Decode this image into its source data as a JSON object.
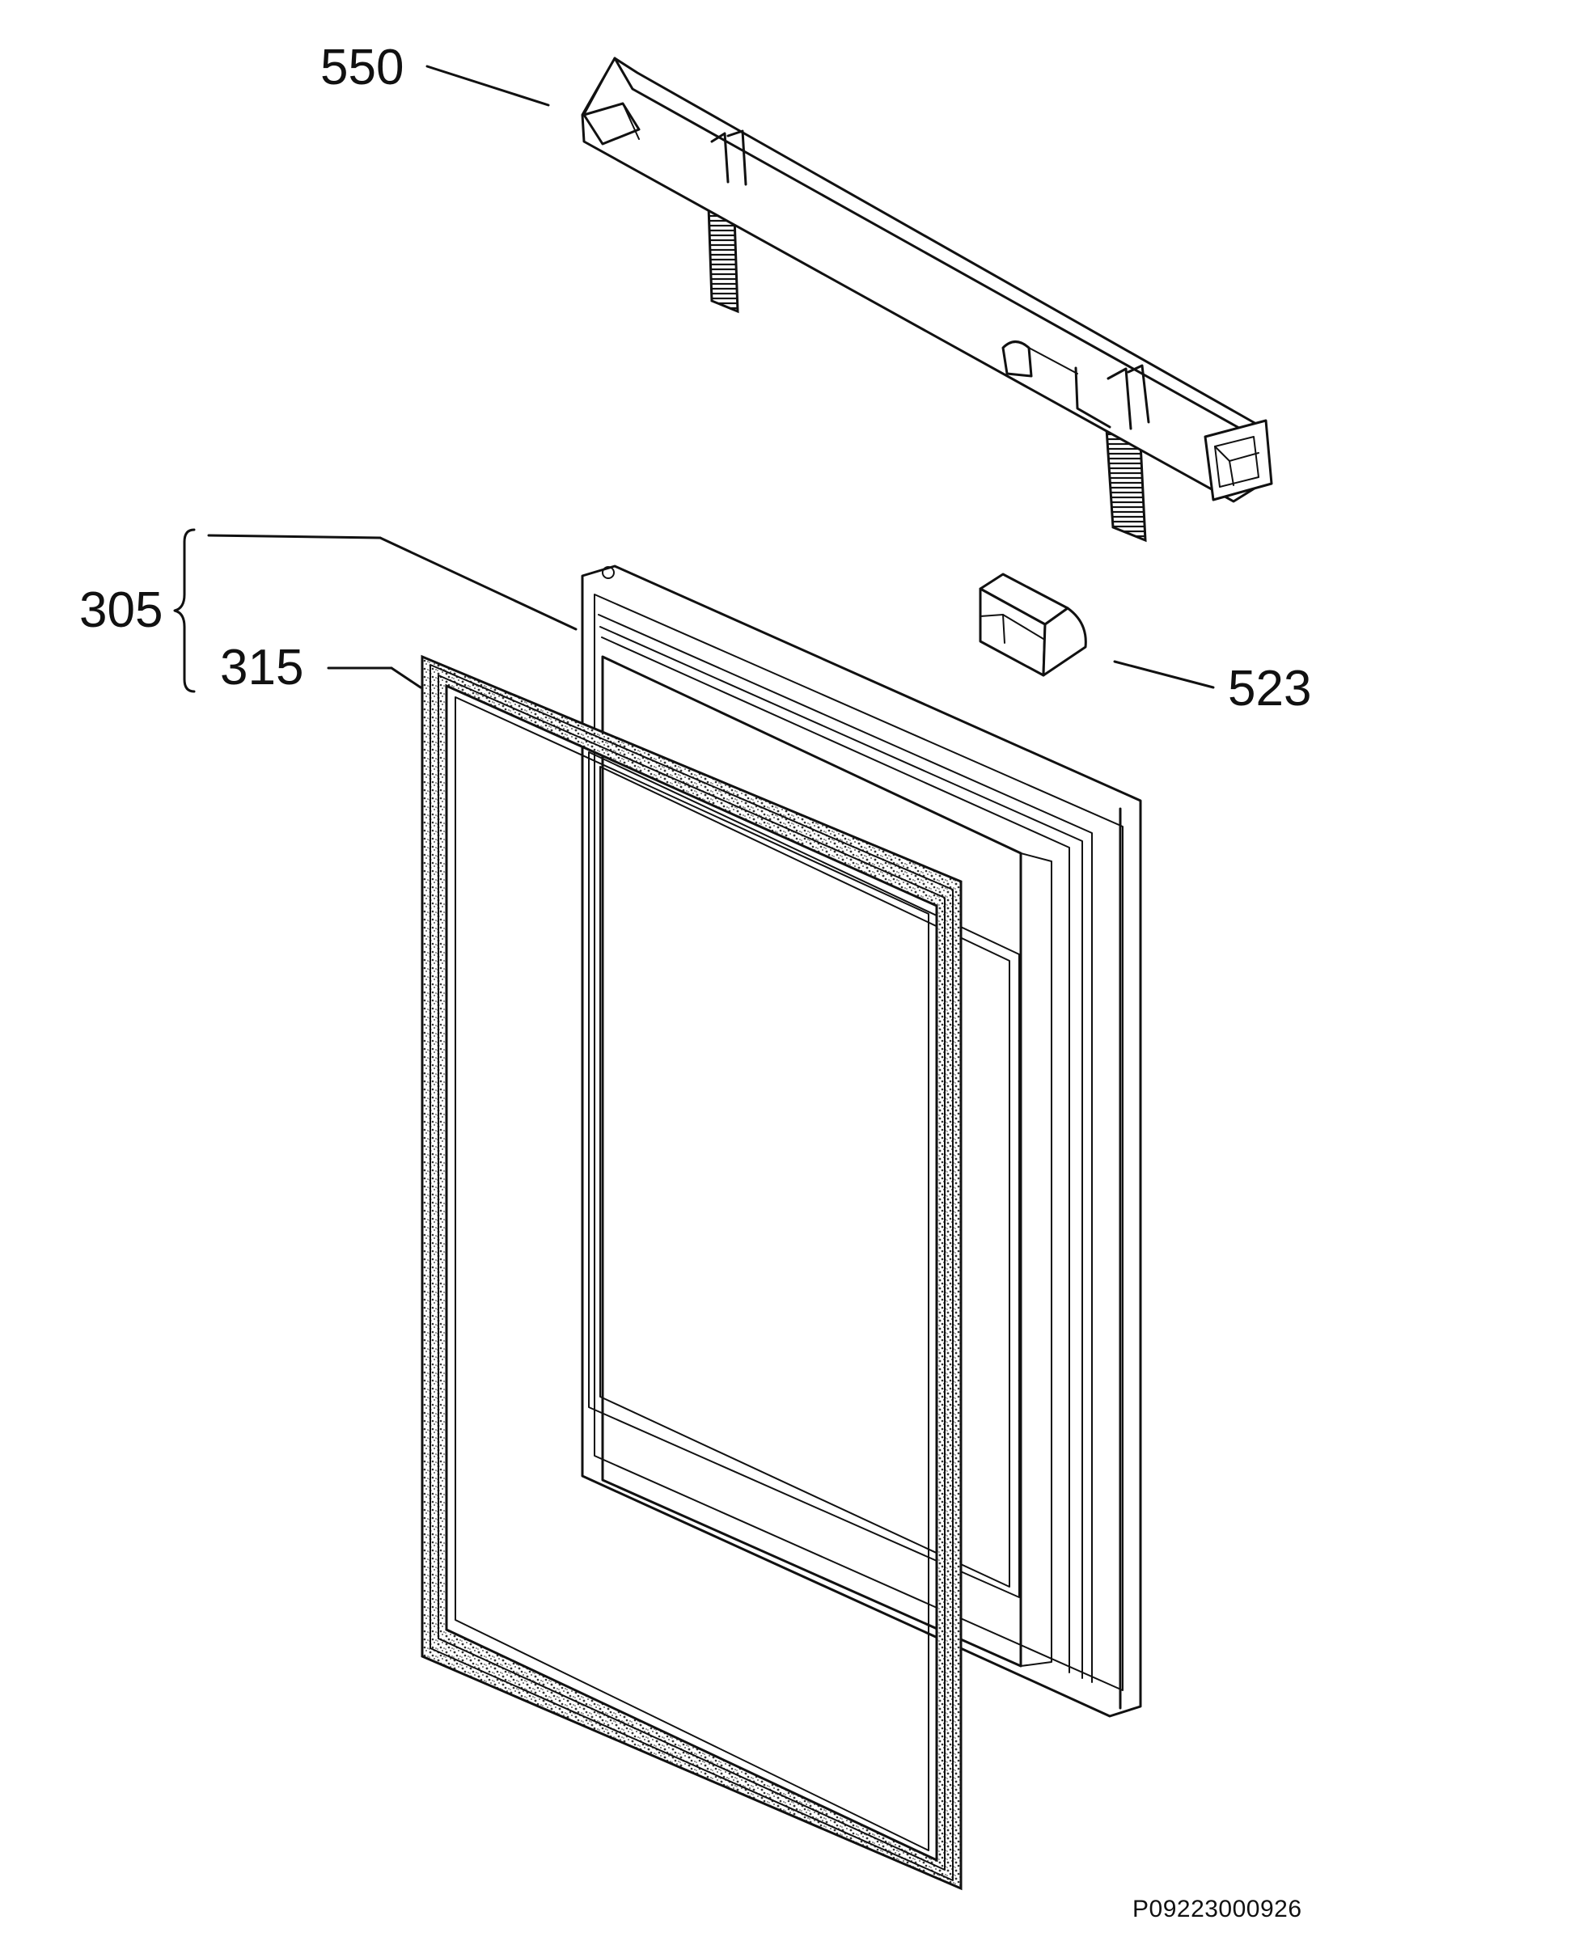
{
  "labels": {
    "handle": "550",
    "door_assembly": "305",
    "gasket": "315",
    "cap": "523"
  },
  "drawing_code": "P09223000926",
  "colors": {
    "line": "#111111",
    "background": "#ffffff"
  }
}
